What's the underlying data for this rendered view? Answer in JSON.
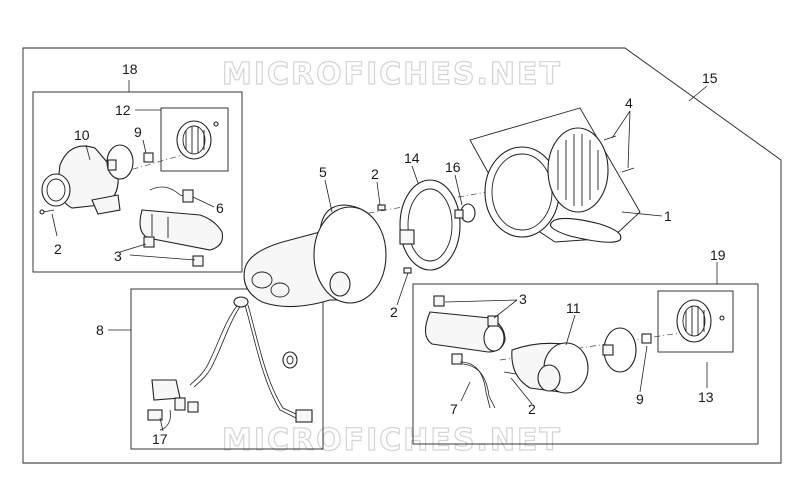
{
  "watermark": {
    "top": "MICROFICHES.NET",
    "bottom": "MICROFICHES.NET"
  },
  "callouts": [
    {
      "id": "c1",
      "label": "1"
    },
    {
      "id": "c2a",
      "label": "2"
    },
    {
      "id": "c2b",
      "label": "2"
    },
    {
      "id": "c2c",
      "label": "2"
    },
    {
      "id": "c2d",
      "label": "2"
    },
    {
      "id": "c3a",
      "label": "3"
    },
    {
      "id": "c3b",
      "label": "3"
    },
    {
      "id": "c4",
      "label": "4"
    },
    {
      "id": "c5",
      "label": "5"
    },
    {
      "id": "c6",
      "label": "6"
    },
    {
      "id": "c7",
      "label": "7"
    },
    {
      "id": "c8",
      "label": "8"
    },
    {
      "id": "c9a",
      "label": "9"
    },
    {
      "id": "c9b",
      "label": "9"
    },
    {
      "id": "c10",
      "label": "10"
    },
    {
      "id": "c11",
      "label": "11"
    },
    {
      "id": "c12",
      "label": "12"
    },
    {
      "id": "c13",
      "label": "13"
    },
    {
      "id": "c14",
      "label": "14"
    },
    {
      "id": "c15",
      "label": "15"
    },
    {
      "id": "c16",
      "label": "16"
    },
    {
      "id": "c17",
      "label": "17"
    },
    {
      "id": "c18",
      "label": "18"
    },
    {
      "id": "c19",
      "label": "19"
    }
  ]
}
